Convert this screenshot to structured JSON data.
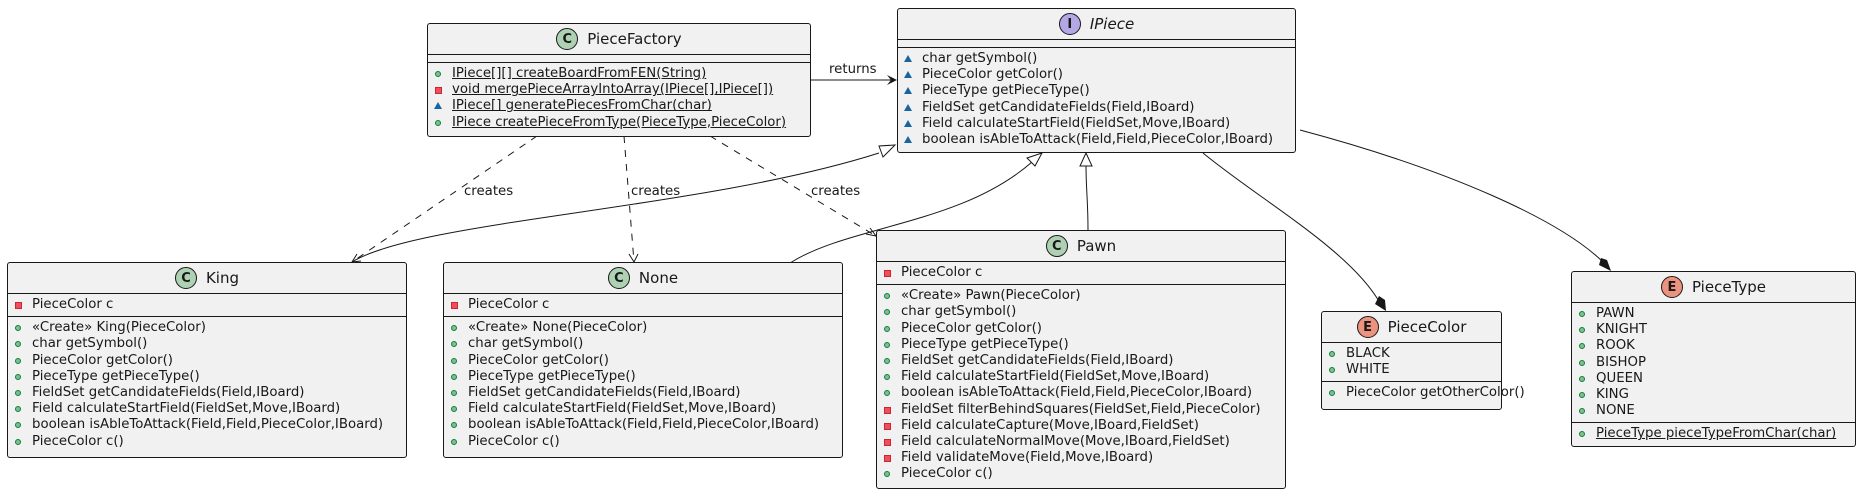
{
  "classes": {
    "piecefactory": {
      "badge": "C",
      "name": "PieceFactory",
      "methods": [
        {
          "vis": "public",
          "text": "IPiece[][] createBoardFromFEN(String)",
          "static": true
        },
        {
          "vis": "private",
          "text": "void mergePieceArrayIntoArray(IPiece[],IPiece[])",
          "static": true
        },
        {
          "vis": "package",
          "text": "IPiece[] generatePiecesFromChar(char)",
          "static": true
        },
        {
          "vis": "public",
          "text": "IPiece createPieceFromType(PieceType,PieceColor)",
          "static": true
        }
      ]
    },
    "ipiece": {
      "badge": "I",
      "name": "IPiece",
      "methods": [
        {
          "vis": "package",
          "text": "char getSymbol()"
        },
        {
          "vis": "package",
          "text": "PieceColor getColor()"
        },
        {
          "vis": "package",
          "text": "PieceType getPieceType()"
        },
        {
          "vis": "package",
          "text": "FieldSet getCandidateFields(Field,IBoard)"
        },
        {
          "vis": "package",
          "text": "Field calculateStartField(FieldSet,Move,IBoard)"
        },
        {
          "vis": "package",
          "text": "boolean isAbleToAttack(Field,Field,PieceColor,IBoard)"
        }
      ]
    },
    "king": {
      "badge": "C",
      "name": "King",
      "fields": [
        {
          "vis": "private",
          "text": "PieceColor c"
        }
      ],
      "methods": [
        {
          "vis": "public",
          "text": "«Create» King(PieceColor)"
        },
        {
          "vis": "public",
          "text": "char getSymbol()"
        },
        {
          "vis": "public",
          "text": "PieceColor getColor()"
        },
        {
          "vis": "public",
          "text": "PieceType getPieceType()"
        },
        {
          "vis": "public",
          "text": "FieldSet getCandidateFields(Field,IBoard)"
        },
        {
          "vis": "public",
          "text": "Field calculateStartField(FieldSet,Move,IBoard)"
        },
        {
          "vis": "public",
          "text": "boolean isAbleToAttack(Field,Field,PieceColor,IBoard)"
        },
        {
          "vis": "public",
          "text": "PieceColor c()"
        }
      ]
    },
    "none": {
      "badge": "C",
      "name": "None",
      "fields": [
        {
          "vis": "private",
          "text": "PieceColor c"
        }
      ],
      "methods": [
        {
          "vis": "public",
          "text": "«Create» None(PieceColor)"
        },
        {
          "vis": "public",
          "text": "char getSymbol()"
        },
        {
          "vis": "public",
          "text": "PieceColor getColor()"
        },
        {
          "vis": "public",
          "text": "PieceType getPieceType()"
        },
        {
          "vis": "public",
          "text": "FieldSet getCandidateFields(Field,IBoard)"
        },
        {
          "vis": "public",
          "text": "Field calculateStartField(FieldSet,Move,IBoard)"
        },
        {
          "vis": "public",
          "text": "boolean isAbleToAttack(Field,Field,PieceColor,IBoard)"
        },
        {
          "vis": "public",
          "text": "PieceColor c()"
        }
      ]
    },
    "pawn": {
      "badge": "C",
      "name": "Pawn",
      "fields": [
        {
          "vis": "private",
          "text": "PieceColor c"
        }
      ],
      "methods": [
        {
          "vis": "public",
          "text": "«Create» Pawn(PieceColor)"
        },
        {
          "vis": "public",
          "text": "char getSymbol()"
        },
        {
          "vis": "public",
          "text": "PieceColor getColor()"
        },
        {
          "vis": "public",
          "text": "PieceType getPieceType()"
        },
        {
          "vis": "public",
          "text": "FieldSet getCandidateFields(Field,IBoard)"
        },
        {
          "vis": "public",
          "text": "Field calculateStartField(FieldSet,Move,IBoard)"
        },
        {
          "vis": "public",
          "text": "boolean isAbleToAttack(Field,Field,PieceColor,IBoard)"
        },
        {
          "vis": "private",
          "text": "FieldSet filterBehindSquares(FieldSet,Field,PieceColor)"
        },
        {
          "vis": "private",
          "text": "Field calculateCapture(Move,IBoard,FieldSet)"
        },
        {
          "vis": "private",
          "text": "Field calculateNormalMove(Move,IBoard,FieldSet)"
        },
        {
          "vis": "private",
          "text": "Field validateMove(Field,Move,IBoard)"
        },
        {
          "vis": "public",
          "text": "PieceColor c()"
        }
      ]
    },
    "piececolor": {
      "badge": "E",
      "name": "PieceColor",
      "fields": [
        {
          "vis": "public",
          "text": "BLACK"
        },
        {
          "vis": "public",
          "text": "WHITE"
        }
      ],
      "methods": [
        {
          "vis": "public",
          "text": "PieceColor getOtherColor()"
        }
      ]
    },
    "piecetype": {
      "badge": "E",
      "name": "PieceType",
      "fields": [
        {
          "vis": "public",
          "text": "PAWN"
        },
        {
          "vis": "public",
          "text": "KNIGHT"
        },
        {
          "vis": "public",
          "text": "ROOK"
        },
        {
          "vis": "public",
          "text": "BISHOP"
        },
        {
          "vis": "public",
          "text": "QUEEN"
        },
        {
          "vis": "public",
          "text": "KING"
        },
        {
          "vis": "public",
          "text": "NONE"
        }
      ],
      "methods": [
        {
          "vis": "public",
          "text": "PieceType pieceTypeFromChar(char)",
          "static": true
        }
      ]
    }
  },
  "edge_labels": {
    "returns": "returns",
    "creates_king": "creates",
    "creates_none": "creates",
    "creates_pawn": "creates"
  },
  "colors": {
    "class_badge": "#add1b2",
    "interface_badge": "#b4a7e5",
    "enum_badge": "#eb937f",
    "box_fill": "#f1f1f1",
    "line": "#181818"
  }
}
